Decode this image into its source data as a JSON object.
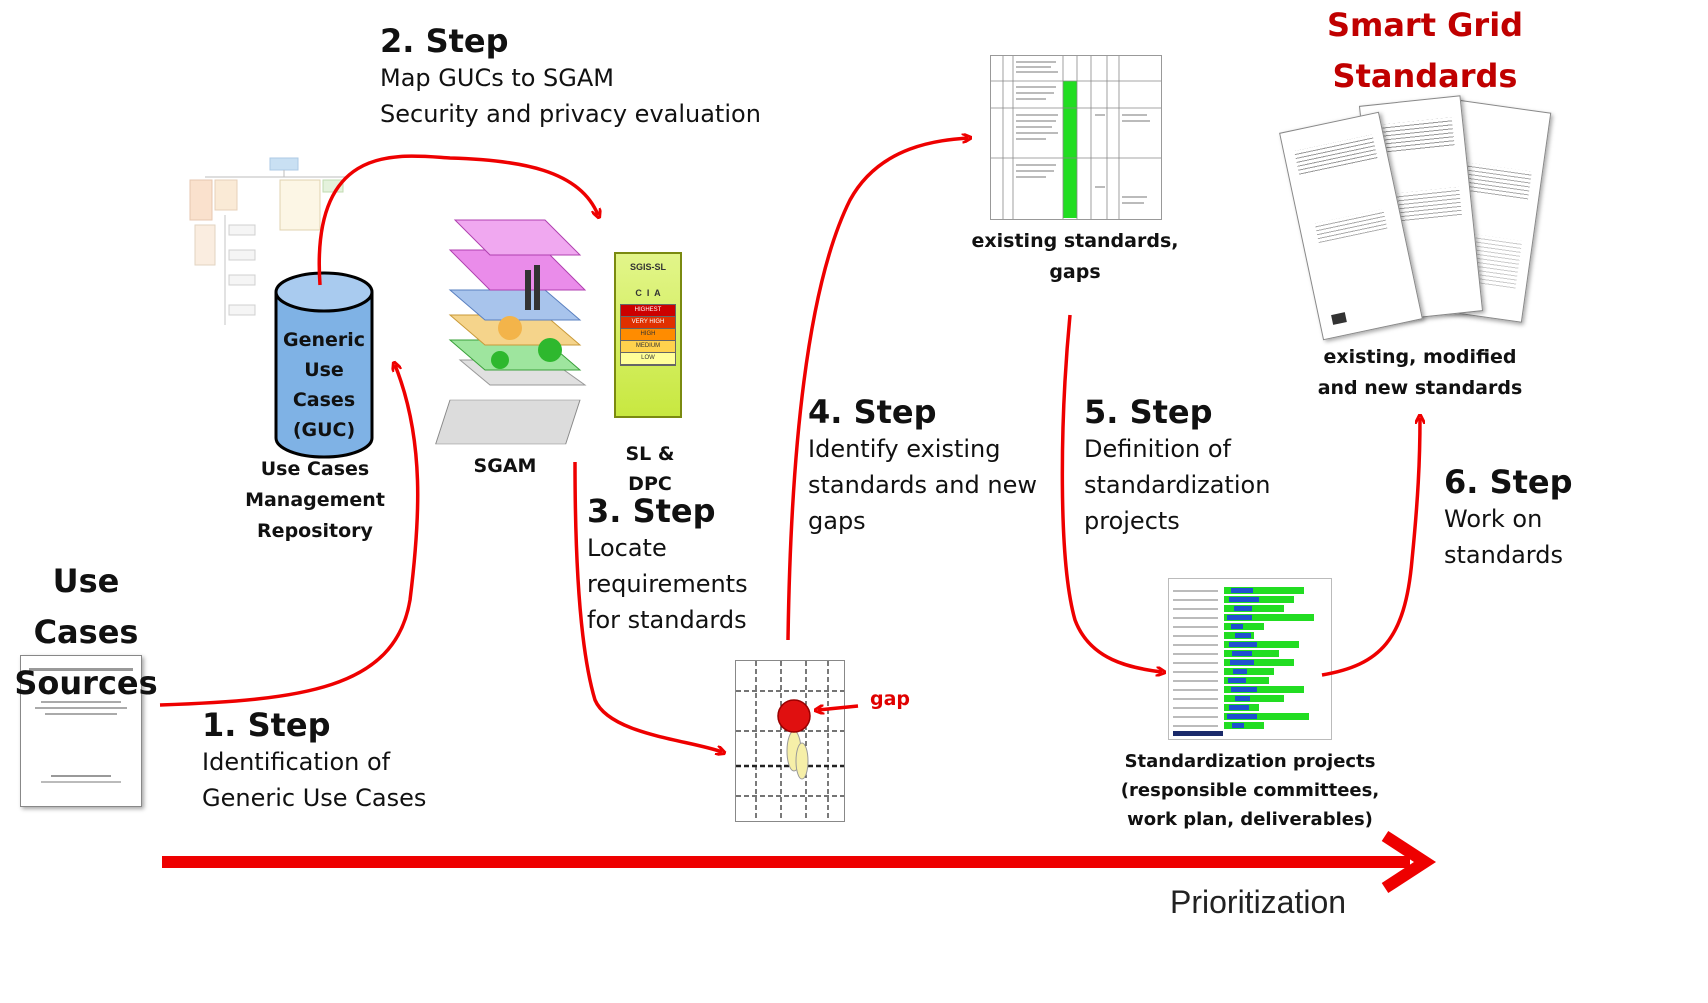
{
  "left_label": {
    "line1": "Use Cases",
    "line2": "Sources"
  },
  "repository": {
    "cylinder_lines": [
      "Generic",
      "Use",
      "Cases",
      "(GUC)"
    ],
    "caption_lines": [
      "Use Cases",
      "Management",
      "Repository"
    ]
  },
  "sgam_caption": "SGAM",
  "sl_caption_lines": [
    "SL &",
    "DPC"
  ],
  "sgis_panel": {
    "title": "SGIS-SL",
    "cia": "C  I  A",
    "levels": [
      "HIGHEST",
      "VERY HIGH",
      "HIGH",
      "MEDIUM",
      "LOW"
    ],
    "level_colors": [
      "#cc0000",
      "#e03000",
      "#ff8c00",
      "#ffd24d",
      "#ffff99"
    ]
  },
  "standards_caption_lines": [
    "existing standards,",
    "gaps"
  ],
  "smart_grid": {
    "title_line1": "Smart Grid",
    "title_line2": "Standards",
    "caption_lines": [
      "existing, modified",
      "and new standards"
    ]
  },
  "projects_caption_lines": [
    "Standardization projects",
    "(responsible committees,",
    "work plan, deliverables)"
  ],
  "gap_label": "gap",
  "steps": [
    {
      "title": "1. Step",
      "lines": [
        "Identification of",
        "Generic Use Cases"
      ]
    },
    {
      "title": "2. Step",
      "lines": [
        "Map GUCs to SGAM",
        "Security and privacy evaluation"
      ]
    },
    {
      "title": "3. Step",
      "lines": [
        "Locate",
        "requirements",
        "for standards"
      ]
    },
    {
      "title": "4. Step",
      "lines": [
        "Identify existing",
        "standards and new",
        "gaps"
      ]
    },
    {
      "title": "5. Step",
      "lines": [
        "Definition of",
        "standardization",
        "projects"
      ]
    },
    {
      "title": "6. Step",
      "lines": [
        "Work on",
        "standards"
      ]
    }
  ],
  "bottom_axis": {
    "label": "Prioritization"
  },
  "colors": {
    "arrow_red": "#ee0000",
    "title_red": "#c00000",
    "cylinder_blue": "#7fb2e5",
    "highlight_green": "#22dd22",
    "bar_blue": "#1f4fd0"
  }
}
